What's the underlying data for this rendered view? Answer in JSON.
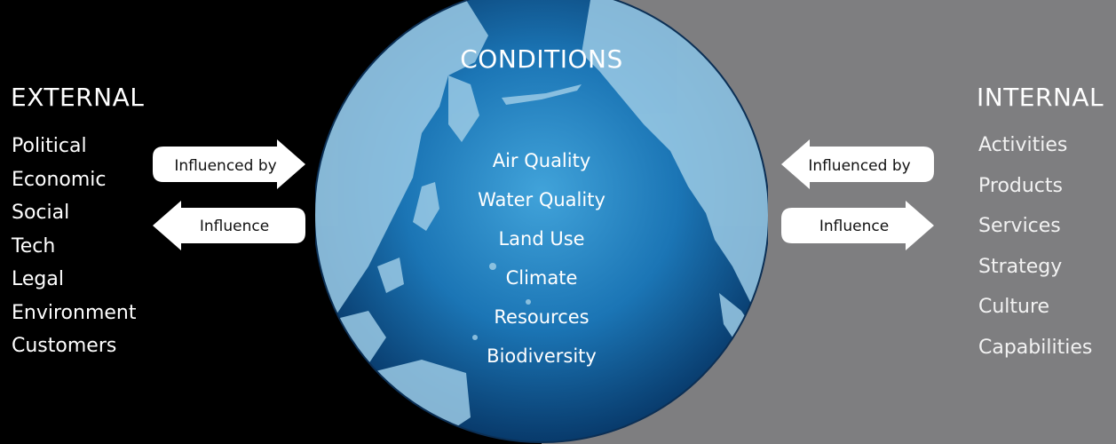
{
  "diagram": {
    "external": {
      "heading": "EXTERNAL",
      "items": [
        "Political",
        "Economic",
        "Social",
        "Tech",
        "Legal",
        "Environment",
        "Customers"
      ]
    },
    "internal": {
      "heading": "INTERNAL",
      "items": [
        "Activities",
        "Products",
        "Services",
        "Strategy",
        "Culture",
        "Capabilities"
      ]
    },
    "conditions": {
      "heading": "CONDITIONS",
      "items": [
        "Air Quality",
        "Water Quality",
        "Land Use",
        "Climate",
        "Resources",
        "Biodiversity"
      ]
    },
    "arrows": {
      "left_top": "Influenced by",
      "left_bottom": "Influence",
      "right_top": "Influenced by",
      "right_bottom": "Influence"
    }
  },
  "colors": {
    "left_background": "#000000",
    "right_background": "#7e7e80",
    "globe_ocean_light": "#3f9fd6",
    "globe_ocean_dark": "#0a3f73",
    "land": "#9ccbe5",
    "arrow_fill": "#ffffff",
    "text": "#ffffff"
  }
}
